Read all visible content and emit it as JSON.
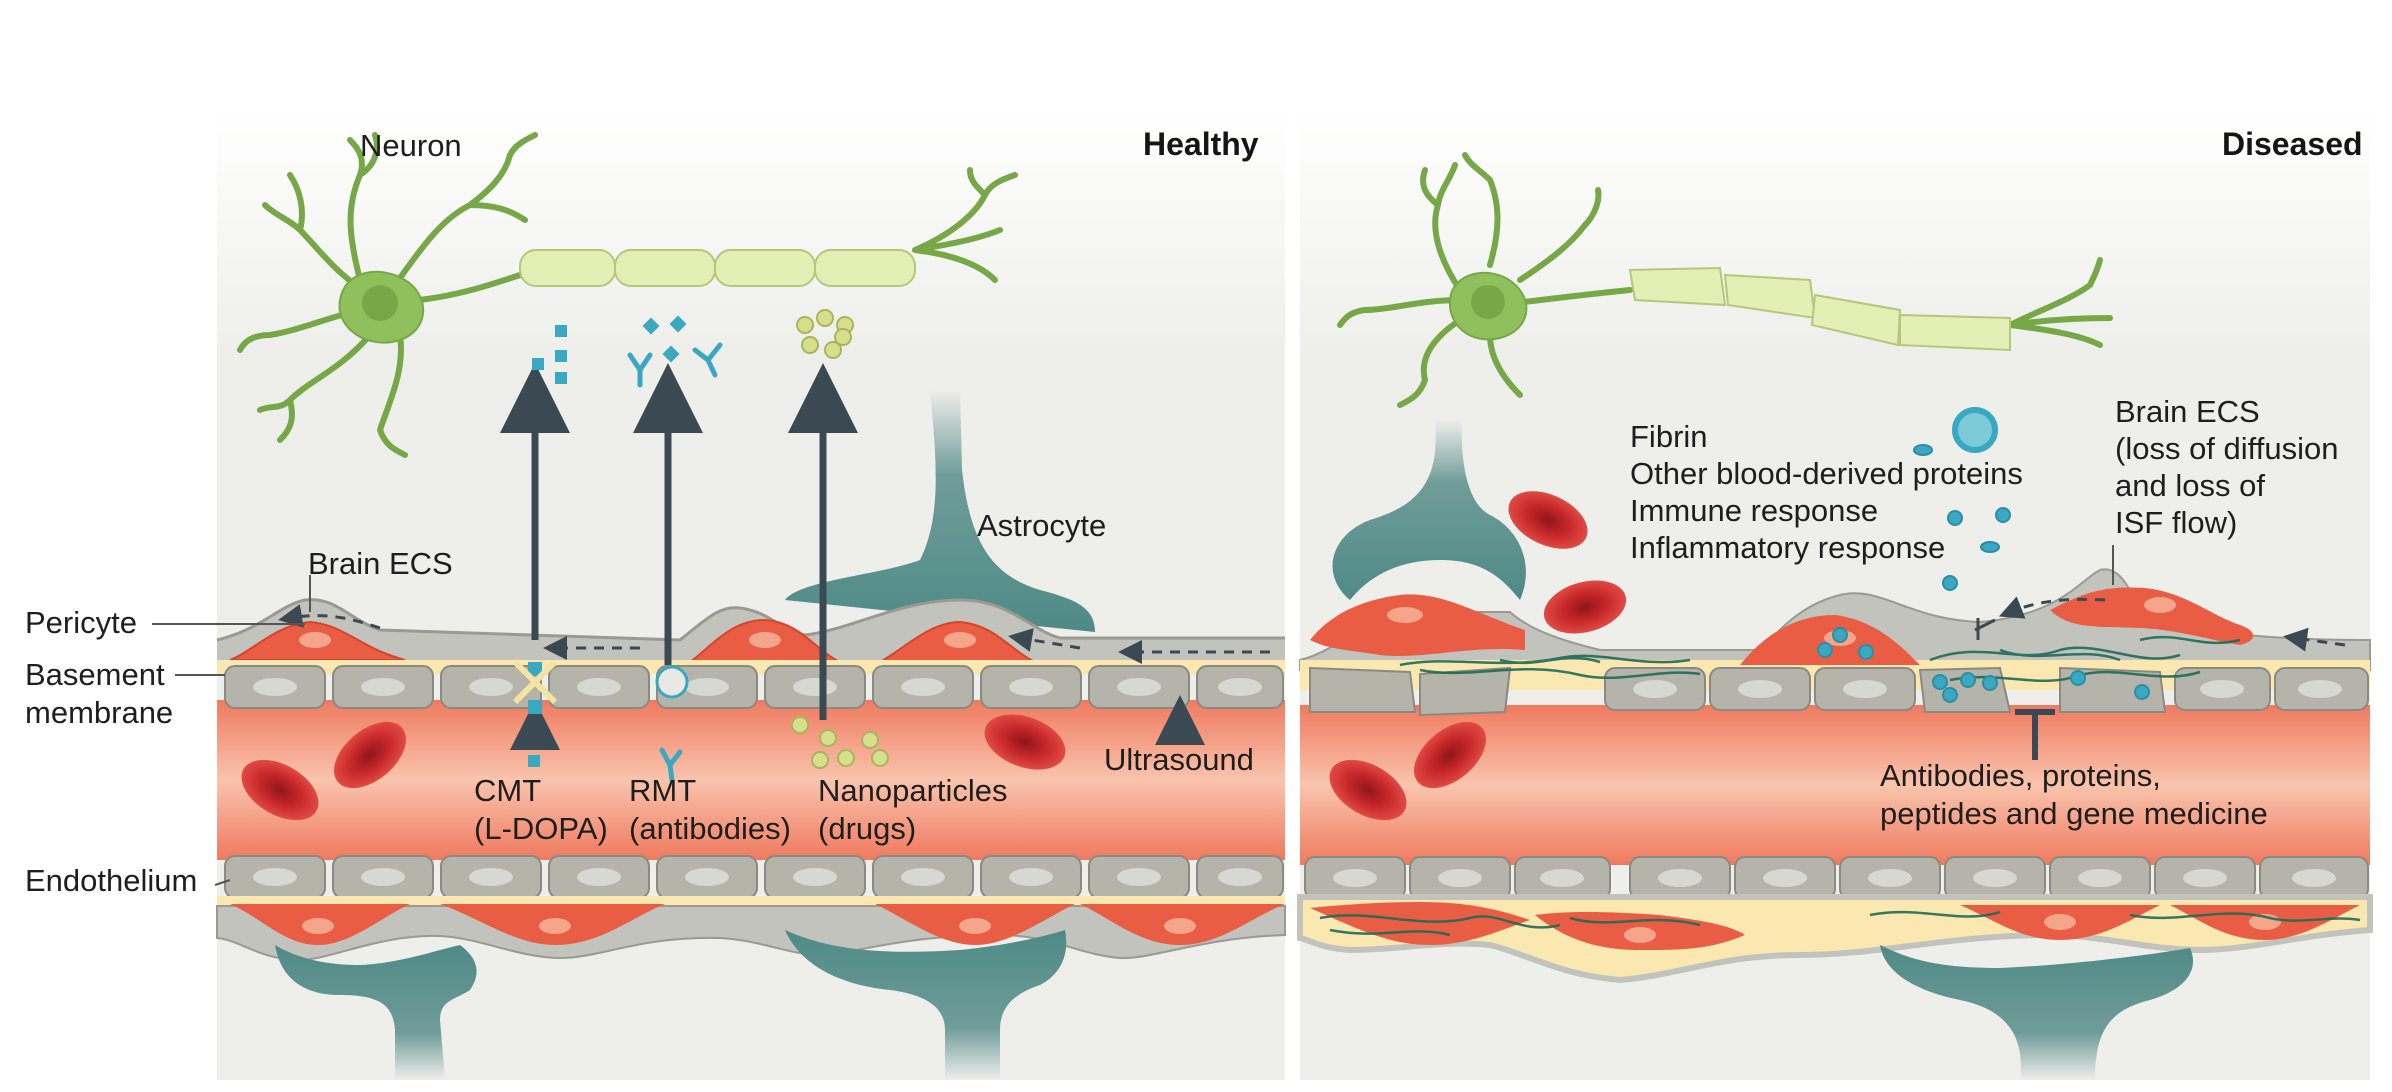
{
  "panels": {
    "healthy": {
      "title": "Healthy",
      "labels": {
        "neuron": "Neuron",
        "astrocyte": "Astrocyte",
        "brain_ecs": "Brain ECS",
        "pericyte": "Pericyte",
        "basement_membrane": [
          "Basement",
          "membrane"
        ],
        "endothelium": "Endothelium",
        "cmt": [
          "CMT",
          "(L-DOPA)"
        ],
        "rmt": [
          "RMT",
          "(antibodies)"
        ],
        "nanoparticles": [
          "Nanoparticles",
          "(drugs)"
        ],
        "ultrasound": "Ultrasound"
      }
    },
    "diseased": {
      "title": "Diseased",
      "labels": {
        "blood_factors": [
          "Fibrin",
          "Other blood-derived proteins",
          "Immune response",
          "Inflammatory response"
        ],
        "brain_ecs": [
          "Brain ECS",
          "(loss of diffusion",
          "and loss of",
          "ISF flow)"
        ],
        "blocked_therapeutics": [
          "Antibodies, proteins,",
          "peptides and gene medicine"
        ]
      }
    }
  },
  "colors": {
    "vessel_lumen": "#f4a58a",
    "lumen_center": "#f9c4ad",
    "endothelial_cell": "#b4b4aa",
    "basement_membrane": "#fbe7b0",
    "pericyte": "#ea5d45",
    "astrocyte": "#4f8a86",
    "neuron": "#8fc05c",
    "axon": "#e3efb4",
    "red_blood_cell": "#c8282b",
    "transporter": "#3aa8c1",
    "nanoparticle": "#d6df8c",
    "arrow": "#3b4953",
    "fibrin": "#1f6b56"
  }
}
